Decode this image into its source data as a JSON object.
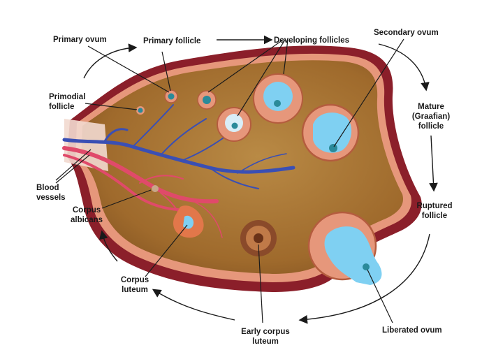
{
  "colors": {
    "capsule": "#8b1f2a",
    "epithelium": "#e6977b",
    "stroma": "#a8702f",
    "fluid": "#7fd0f2",
    "vessel_blue": "#3a4fb4",
    "vessel_red": "#e04a6a",
    "ovum": "#2a8a9a"
  },
  "labels": {
    "primary_ovum": "Primary ovum",
    "primary_follicle": "Primary follicle",
    "developing_follicles": "Developing follicles",
    "secondary_ovum": "Secondary ovum",
    "primodial_follicle": [
      "Primodial",
      "follicle"
    ],
    "mature_follicle": [
      "Mature",
      "(Graafian)",
      "follicle"
    ],
    "blood_vessels": [
      "Blood",
      "vessels"
    ],
    "corpus_albicans": [
      "Corpus",
      "albicans"
    ],
    "ruptured_follicle": [
      "Ruptured",
      "follicle"
    ],
    "corpus_luteum": [
      "Corpus",
      "luteum"
    ],
    "early_corpus_luteum": [
      "Early corpus",
      "luteum"
    ],
    "liberated_ovum": "Liberated ovum"
  }
}
